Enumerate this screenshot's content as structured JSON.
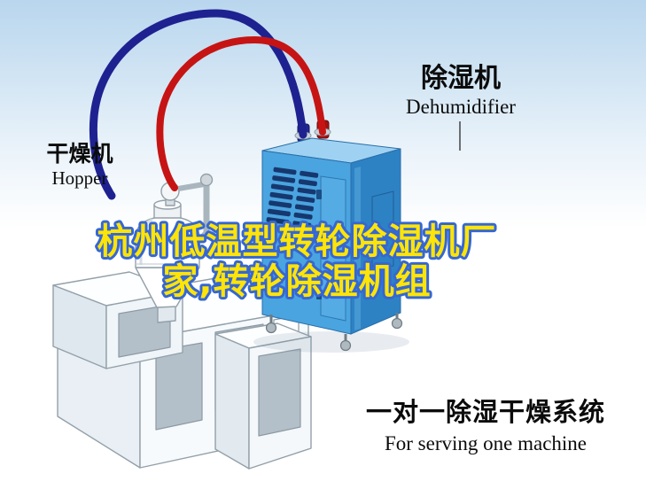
{
  "labels": {
    "dehumidifier": {
      "cn": "除湿机",
      "en": "Dehumidifier"
    },
    "hopper": {
      "cn": "干燥机",
      "en": "Hopper"
    }
  },
  "watermark": {
    "line1": "杭州低温型转轮除湿机厂",
    "line2": "家,转轮除湿机组",
    "fill": "#ffe408",
    "stroke": "#3567d3"
  },
  "caption": {
    "cn": "一对一除湿干燥系统",
    "en": "For serving one machine"
  },
  "colors": {
    "sky": "#b9d6ee",
    "dehumidifier_top": "#9fd2f2",
    "dehumidifier_front": "#4aa4e0",
    "dehumidifier_side": "#2d82c4",
    "dehumidifier_door": "#55abe4",
    "vent": "#16386e",
    "pipe_red": "#c61414",
    "pipe_blue": "#1e2290",
    "panel_gray": "#b3c0c9"
  }
}
